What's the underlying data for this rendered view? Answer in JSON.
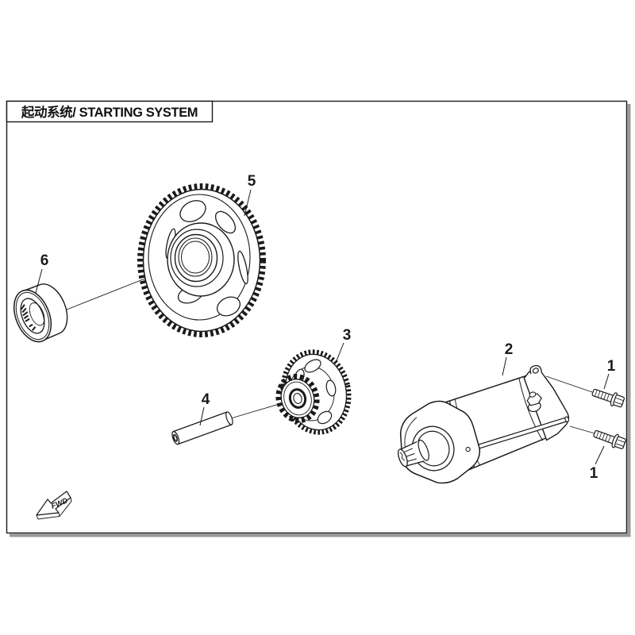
{
  "page": {
    "background": "#ffffff",
    "line_color": "#1a1a1a",
    "frame_shadow_color": "#9a9a9a"
  },
  "title_block": {
    "title": "起动系统/ STARTING SYSTEM"
  },
  "callouts": [
    {
      "label": "5"
    },
    {
      "label": "6"
    },
    {
      "label": "3"
    },
    {
      "label": "4"
    },
    {
      "label": "2"
    },
    {
      "label": "1"
    },
    {
      "label": "1"
    }
  ],
  "direction_marker": {
    "label": "FWD"
  }
}
